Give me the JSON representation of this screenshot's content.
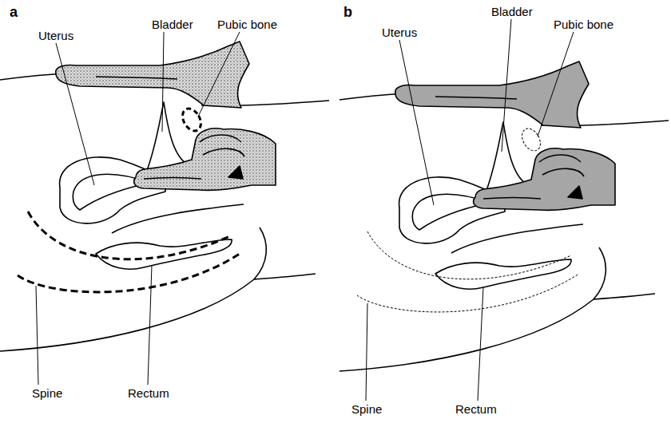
{
  "diagram": {
    "labels": [
      "a",
      "Uterus",
      "Bladder",
      "Pubic bone",
      "Spine",
      "Rectum",
      "b",
      "Bladder",
      "Uterus",
      "Pubic bone",
      "Spine",
      "Rectum"
    ]
  }
}
